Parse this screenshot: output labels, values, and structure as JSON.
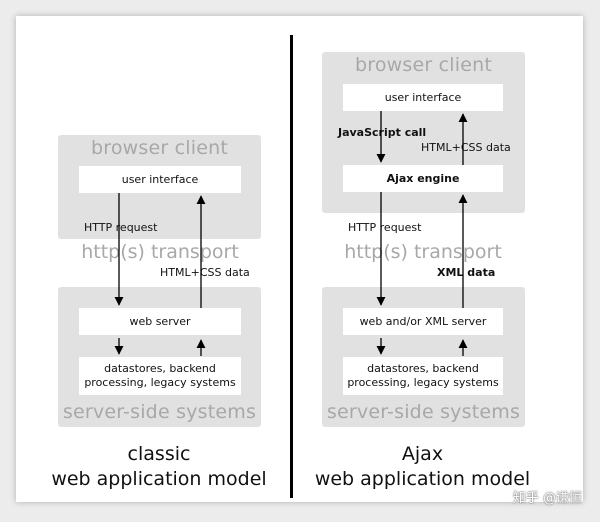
{
  "classic": {
    "client_label": "browser client",
    "ui_box": "user interface",
    "request_label": "HTTP request",
    "transport_label": "http(s) transport",
    "response_label": "HTML+CSS data",
    "server_box": "web server",
    "datastore_line1": "datastores, backend",
    "datastore_line2": "processing, legacy systems",
    "server_label": "server-side systems",
    "title_line1": "classic",
    "title_line2": "web application model"
  },
  "ajax": {
    "client_label": "browser client",
    "ui_box": "user interface",
    "js_call_label": "JavaScript call",
    "html_css_label": "HTML+CSS data",
    "engine_box": "Ajax engine",
    "request_label": "HTTP request",
    "transport_label": "http(s) transport",
    "response_label": "XML data",
    "server_box": "web and/or XML server",
    "datastore_line1": "datastores, backend",
    "datastore_line2": "processing, legacy systems",
    "server_label": "server-side systems",
    "title_line1": "Ajax",
    "title_line2": "web application model"
  },
  "watermark": "知乎 @谦恒",
  "colors": {
    "panel_grey": "#e1e1e1",
    "label_grey": "#a8a8a8",
    "line": "#000000"
  }
}
